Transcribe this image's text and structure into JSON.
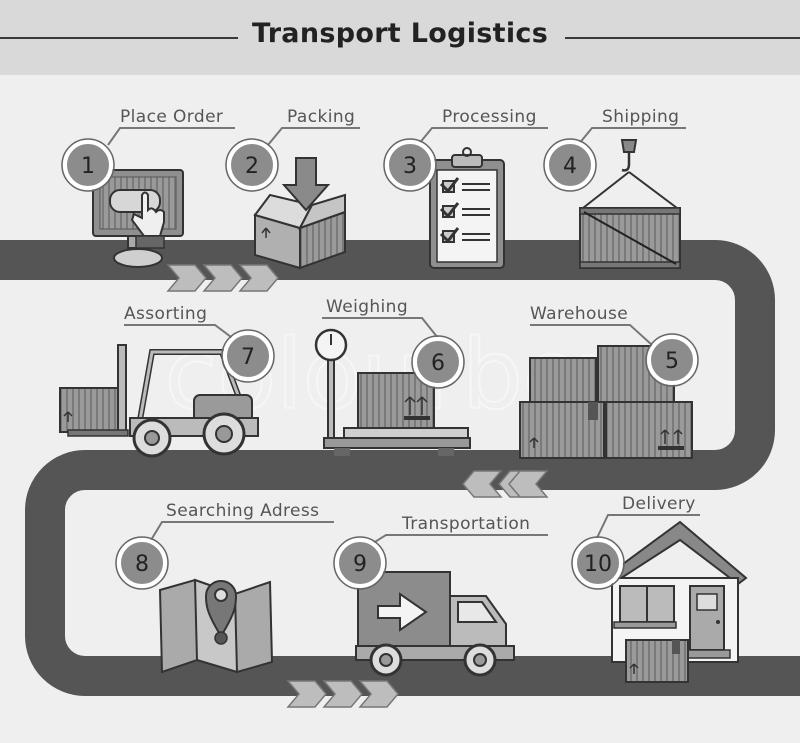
{
  "title": "Transport Logistics",
  "watermark": "colourbox",
  "colors": {
    "road": "#555555",
    "background": "#efefef",
    "header": "#d9d9d9",
    "badge": "#8c8c8c"
  },
  "steps": [
    {
      "num": "1",
      "label": "Place Order",
      "icon": "computer-click-icon"
    },
    {
      "num": "2",
      "label": "Packing",
      "icon": "box-packing-icon"
    },
    {
      "num": "3",
      "label": "Processing",
      "icon": "clipboard-checklist-icon"
    },
    {
      "num": "4",
      "label": "Shipping",
      "icon": "crane-container-icon"
    },
    {
      "num": "5",
      "label": "Warehouse",
      "icon": "stacked-boxes-icon"
    },
    {
      "num": "6",
      "label": "Weighing",
      "icon": "scale-icon"
    },
    {
      "num": "7",
      "label": "Assorting",
      "icon": "forklift-icon"
    },
    {
      "num": "8",
      "label": "Searching Adress",
      "icon": "map-pin-icon"
    },
    {
      "num": "9",
      "label": "Transportation",
      "icon": "truck-icon"
    },
    {
      "num": "10",
      "label": "Delivery",
      "icon": "house-icon"
    }
  ]
}
